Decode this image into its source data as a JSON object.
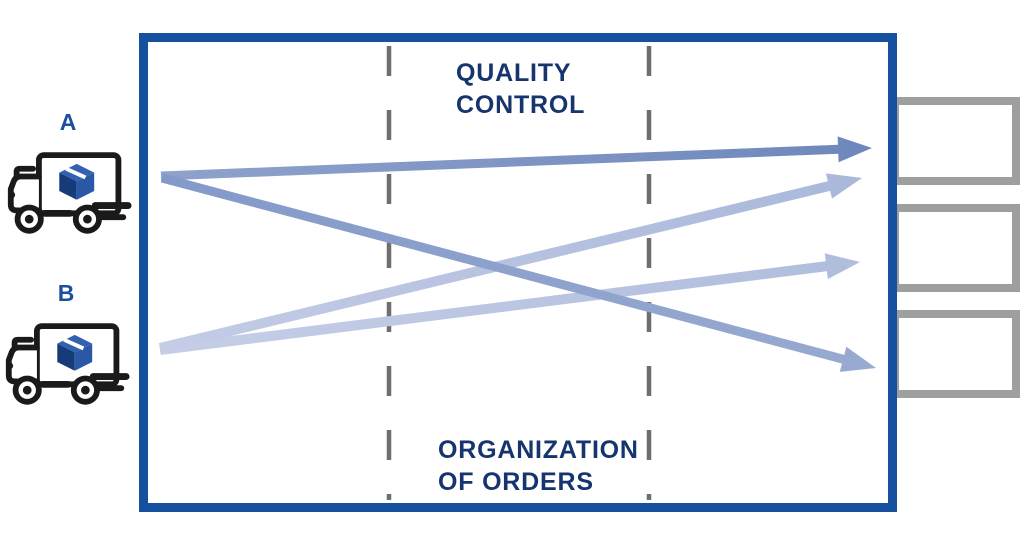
{
  "diagram": {
    "title_hint": "order flow through quality control and organization of orders",
    "trucks": [
      {
        "id": "A",
        "label": "A",
        "icon": "delivery-truck-icon"
      },
      {
        "id": "B",
        "label": "B",
        "icon": "delivery-truck-icon"
      }
    ],
    "stages": [
      {
        "id": "quality-control",
        "lines": [
          "QUALITY",
          "CONTROL"
        ]
      },
      {
        "id": "organization-of-orders",
        "lines": [
          "ORGANIZATION",
          "OF ORDERS"
        ]
      }
    ],
    "output_slots_count": 3,
    "routes": [
      {
        "from": "truck-A",
        "to": "slot-1",
        "tone": "dark-blue"
      },
      {
        "from": "truck-A",
        "to": "slot-3",
        "tone": "dark-blue"
      },
      {
        "from": "truck-B",
        "to": "slot-1",
        "tone": "light-blue"
      },
      {
        "from": "truck-B",
        "to": "slot-2",
        "tone": "light-blue"
      }
    ],
    "colors": {
      "frame_blue": "#15519E",
      "stage_text_navy": "#16356E",
      "truck_label_blue": "#1D4F9F",
      "arrow_dark_blue": "#7E94C6",
      "arrow_light_blue": "#B7C2E0",
      "slot_border_gray": "#9F9F9F",
      "dash_gray": "#6E6E6E",
      "truck_outline": "#1A1A1A",
      "package_top": "#3161B0",
      "package_side": "#173A78",
      "package_front": "#2A57A6"
    }
  }
}
